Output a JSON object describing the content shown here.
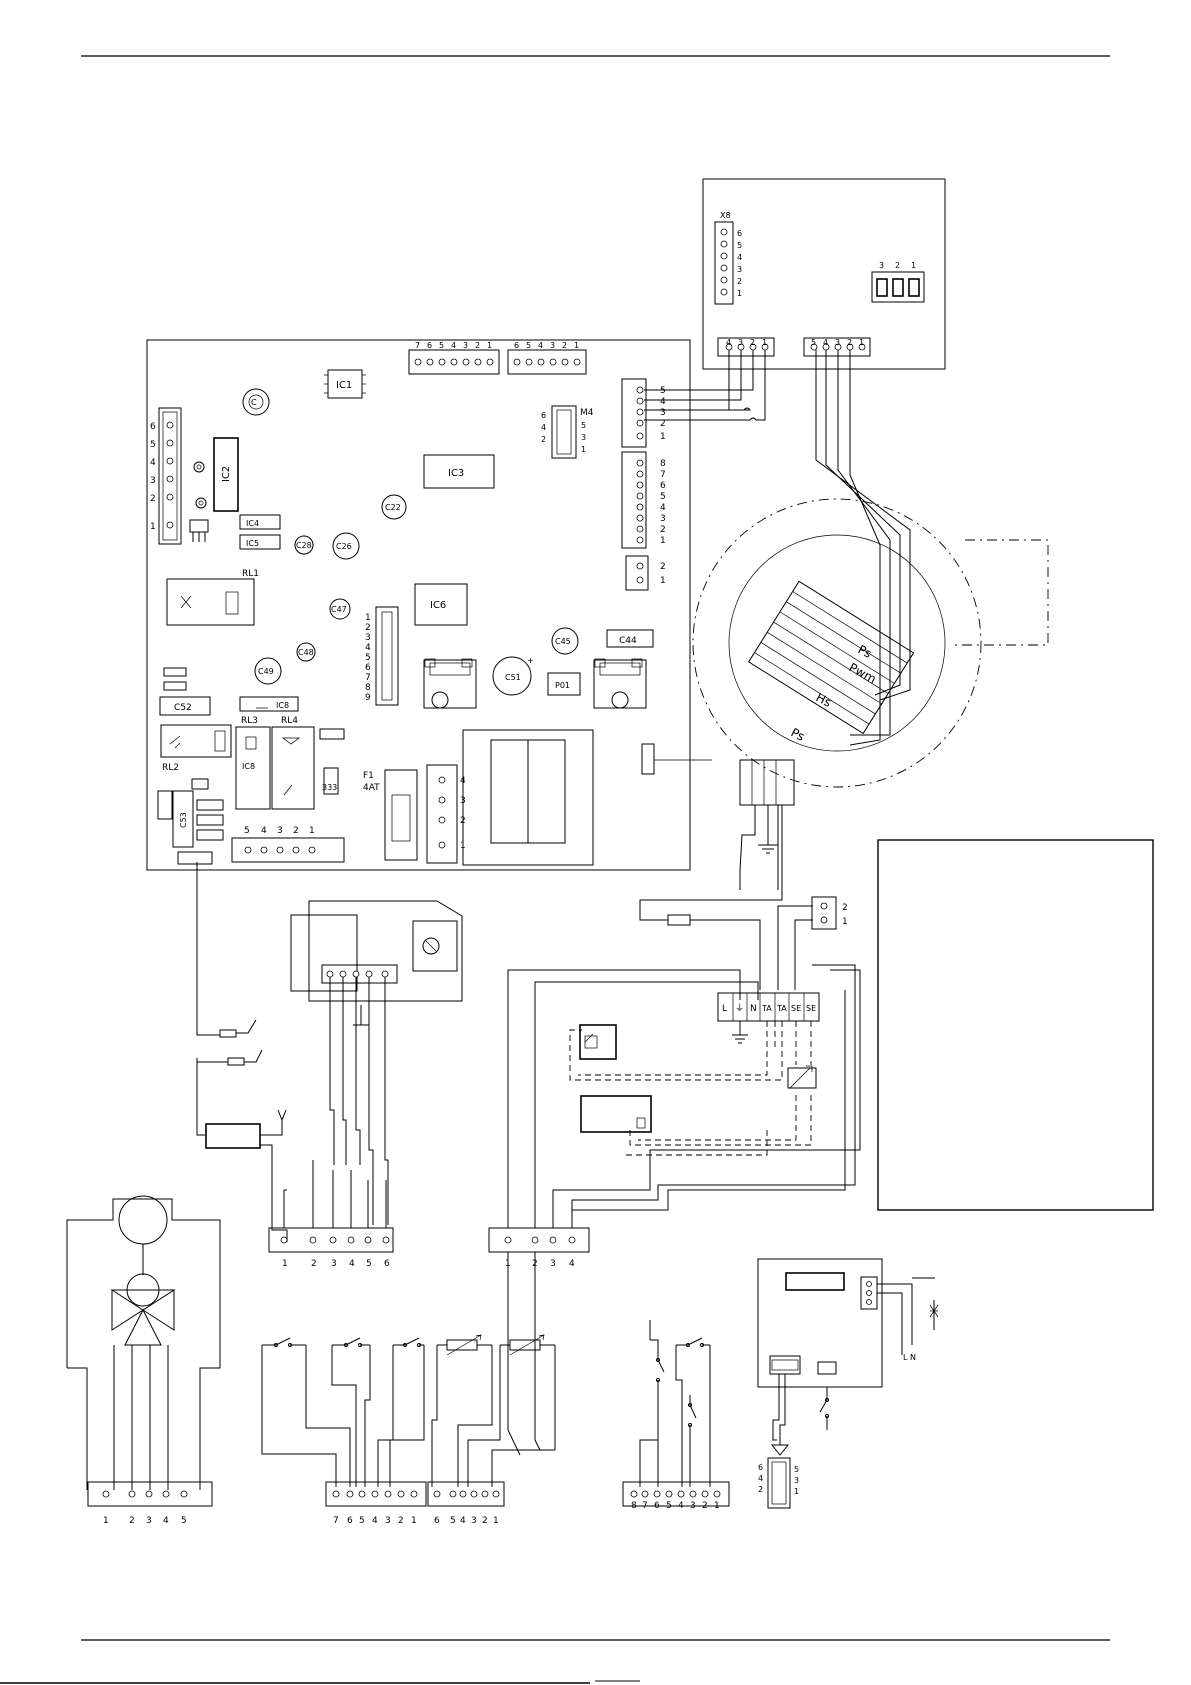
{
  "header_rule": true,
  "board": {
    "components": {
      "ic1": "IC1",
      "ic2": "IC2",
      "ic3": "IC3",
      "ic4": "IC4",
      "ic5": "IC5",
      "ic6": "IC6",
      "ic8a": "IC8",
      "ic8b": "IC8",
      "c22": "C22",
      "c26": "C26",
      "c28": "C28",
      "c45": "C45",
      "c44": "C44",
      "c47": "C47",
      "c48": "C48",
      "c49": "C49",
      "c51": "C51",
      "c52": "C52",
      "c53": "C53",
      "rl1": "RL1",
      "rl2": "RL2",
      "rl3": "RL3",
      "rl4": "RL4",
      "p01": "P01",
      "fuse": "F1",
      "fuse_rating": "4AT",
      "m4": "M4"
    },
    "pins_left": [
      "6",
      "5",
      "4",
      "3",
      "2",
      "1"
    ],
    "pins_9": [
      "1",
      "2",
      "3",
      "4",
      "5",
      "6",
      "7",
      "8",
      "9"
    ],
    "pins_top_a": [
      "7",
      "6",
      "5",
      "4",
      "3",
      "2",
      "1"
    ],
    "pins_top_b": [
      "6",
      "5",
      "4",
      "3",
      "2",
      "1"
    ],
    "pins_right_5": [
      "5",
      "4",
      "3",
      "2",
      "1"
    ],
    "pins_right_8": [
      "8",
      "7",
      "6",
      "5",
      "4",
      "3",
      "2",
      "1"
    ],
    "pins_right_2": [
      "2",
      "1"
    ],
    "pins_m4_left": [
      "6",
      "4",
      "2"
    ],
    "pins_m4_right": [
      "5",
      "3",
      "1"
    ],
    "pins_fuse_conn": [
      "4",
      "3",
      "2",
      "1"
    ],
    "pins_bottom_5": [
      "5",
      "4",
      "3",
      "2",
      "1"
    ]
  },
  "top_right_module": {
    "label": "X8",
    "pins_vertical": [
      "6",
      "5",
      "4",
      "3",
      "2",
      "1"
    ],
    "switch_numbers": [
      "3",
      "2",
      "1"
    ],
    "conn_left": [
      "4",
      "3",
      "2",
      "1"
    ],
    "conn_right": [
      "5",
      "4",
      "3",
      "2",
      "1"
    ]
  },
  "fan": {
    "labels": [
      "Ps",
      "Pwm",
      "Hs",
      "Ps"
    ]
  },
  "terminal_block": [
    "L",
    "⏚",
    "N",
    "TA",
    "TA",
    "SE",
    "SE"
  ],
  "right_conn_pins": [
    "2",
    "1"
  ],
  "bottom_connectors": {
    "c6": [
      "1",
      "2",
      "3",
      "4",
      "5",
      "6"
    ],
    "c4": [
      "1",
      "2",
      "3",
      "4"
    ],
    "c5": [
      "1",
      "2",
      "3",
      "4",
      "5"
    ],
    "c7": [
      "7",
      "6",
      "5",
      "4",
      "3",
      "2",
      "1"
    ],
    "c6b": [
      "6",
      "5",
      "4",
      "3",
      "2",
      "1"
    ],
    "c8": [
      "8",
      "7",
      "6",
      "5",
      "4",
      "3",
      "2",
      "1"
    ]
  },
  "remote_module": {
    "pins_left": [
      "6",
      "4",
      "2"
    ],
    "pins_right": [
      "5",
      "3",
      "1"
    ],
    "supply": "L N"
  },
  "legend_box": {
    "text": ""
  }
}
